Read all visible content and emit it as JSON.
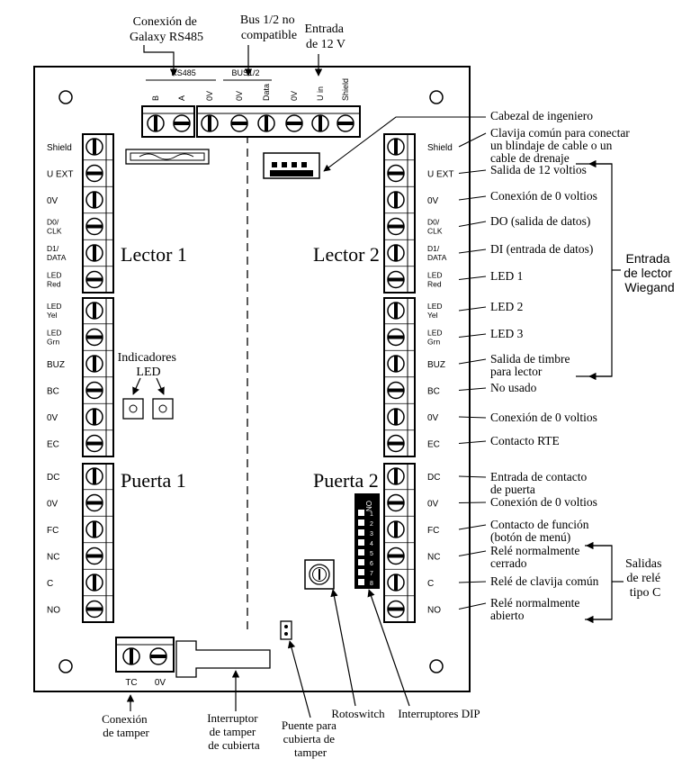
{
  "top_labels": {
    "galaxy": [
      "Conexión de",
      "Galaxy RS485"
    ],
    "bus": [
      "Bus 1/2 no",
      "compatible"
    ],
    "entrada12": [
      "Entrada",
      "de 12 V"
    ]
  },
  "top_connector": {
    "rs485_label": "RS485",
    "bus12_label": "BUS1/2",
    "pins": [
      "B",
      "A",
      "0V",
      "0V",
      "Data",
      "0V",
      "U in",
      "Shield"
    ]
  },
  "left_terminals": {
    "group1": [
      "Shield",
      "U EXT",
      "0V",
      "D0/ CLK",
      "D1/ DATA",
      "LED Red"
    ],
    "group2": [
      "LED Yel",
      "LED Grn",
      "BUZ",
      "BC",
      "0V",
      "EC"
    ],
    "group3": [
      "DC",
      "0V",
      "FC",
      "NC",
      "C",
      "NO"
    ]
  },
  "right_terminals": {
    "group1": [
      "Shield",
      "U EXT",
      "0V",
      "D0/ CLK",
      "D1/ DATA",
      "LED Red"
    ],
    "group2": [
      "LED Yel",
      "LED Grn",
      "BUZ",
      "BC",
      "0V",
      "EC"
    ],
    "group3": [
      "DC",
      "0V",
      "FC",
      "NC",
      "C",
      "NO"
    ]
  },
  "section_titles": {
    "lector1": "Lector 1",
    "lector2": "Lector 2",
    "puerta1": "Puerta 1",
    "puerta2": "Puerta 2",
    "indicadores": [
      "Indicadores",
      "LED"
    ]
  },
  "dip_label": "ON",
  "dip_numbers": [
    "1",
    "2",
    "3",
    "4",
    "5",
    "6",
    "7",
    "8"
  ],
  "tamper_terminals": [
    "TC",
    "0V"
  ],
  "right_annotations": [
    {
      "lines": [
        "Cabezal de ingeniero"
      ]
    },
    {
      "lines": [
        "Clavija común para conectar",
        "un blindaje de cable o un",
        "cable de drenaje"
      ]
    },
    {
      "lines": [
        "Salida de 12 voltios"
      ]
    },
    {
      "lines": [
        "Conexión de 0 voltios"
      ]
    },
    {
      "lines": [
        "DO (salida de datos)"
      ]
    },
    {
      "lines": [
        "DI (entrada de datos)"
      ]
    },
    {
      "lines": [
        "LED 1"
      ]
    },
    {
      "lines": [
        "LED 2"
      ]
    },
    {
      "lines": [
        "LED 3"
      ]
    },
    {
      "lines": [
        "Salida de timbre",
        "para lector"
      ]
    },
    {
      "lines": [
        "No usado"
      ]
    },
    {
      "lines": [
        "Conexión de 0 voltios"
      ]
    },
    {
      "lines": [
        "Contacto RTE"
      ]
    },
    {
      "lines": [
        "Entrada de contacto",
        "de puerta"
      ]
    },
    {
      "lines": [
        "Conexión de 0 voltios"
      ]
    },
    {
      "lines": [
        "Contacto de función",
        "(botón de menú)"
      ]
    },
    {
      "lines": [
        "Relé normalmente",
        "cerrado"
      ]
    },
    {
      "lines": [
        "Relé de clavija común"
      ]
    },
    {
      "lines": [
        "Relé normalmente",
        "abierto"
      ]
    }
  ],
  "group_labels": {
    "wiegand": [
      "Entrada",
      "de lector",
      "Wiegand"
    ],
    "rele": [
      "Salidas",
      "de relé",
      "tipo C"
    ]
  },
  "bottom_labels": {
    "tamper_conn": [
      "Conexión",
      "de tamper"
    ],
    "interruptor": [
      "Interruptor",
      "de tamper",
      "de cubierta"
    ],
    "puente": [
      "Puente para",
      "cubierta de",
      "tamper"
    ],
    "rotoswitch": "Rotoswitch",
    "dip": "Interruptores DIP"
  }
}
